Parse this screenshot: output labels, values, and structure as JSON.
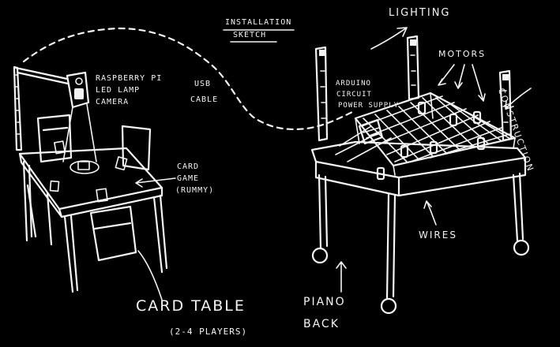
{
  "title": {
    "line1": "INSTALLATION",
    "line2": "SKETCH"
  },
  "labels": {
    "lighting": "LIGHTING",
    "motors": "MOTORS",
    "construction": "CONSTRUCTION",
    "arduino": [
      "ARDUINO",
      "CIRCUIT",
      "POWER SUPPLY"
    ],
    "raspberry": [
      "RASPBERRY PI",
      "LED LAMP",
      "CAMERA"
    ],
    "usb": [
      "USB",
      "CABLE"
    ],
    "card_game": [
      "CARD",
      "GAME",
      "(RUMMY)"
    ],
    "wires": "WIRES",
    "piano_back": [
      "PIANO",
      "BACK"
    ],
    "card_table": "CARD TABLE",
    "players": "(2-4 PLAYERS)"
  },
  "colors": {
    "background": "#000000",
    "ink": "#f4f4f4"
  }
}
